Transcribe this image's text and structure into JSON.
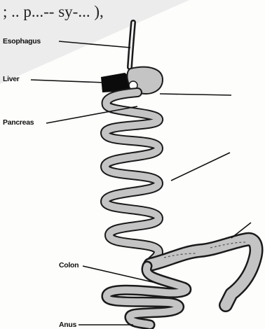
{
  "header_fragment": "; .. p...-- sy-... ),",
  "labels": {
    "esophagus": "Esophagus",
    "liver": "Liver",
    "pancreas": "Pancreas",
    "colon": "Colon",
    "anus": "Anus"
  },
  "colors": {
    "background": "#fdfdfb",
    "tube_outline": "#1a1a1a",
    "tube_fill": "#c4c4c4",
    "liver": "#0b0b0b",
    "leader_line": "#111111",
    "watermark": "#e9e9e9"
  }
}
